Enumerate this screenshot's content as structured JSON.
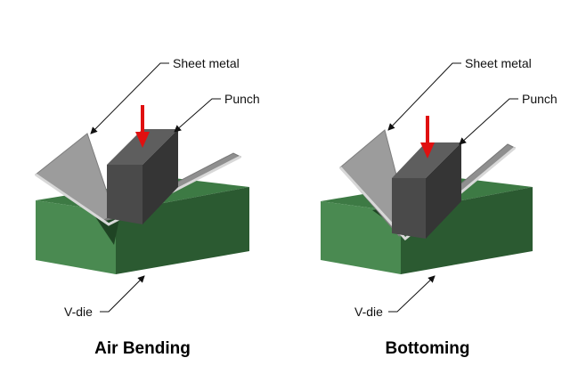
{
  "air_bending": {
    "caption": "Air Bending",
    "labels": {
      "sheet_metal": "Sheet metal",
      "punch": "Punch",
      "v_die": "V-die"
    }
  },
  "bottoming": {
    "caption": "Bottoming",
    "labels": {
      "sheet_metal": "Sheet metal",
      "punch": "Punch",
      "v_die": "V-die"
    }
  },
  "colors": {
    "die_top": "#3d7a44",
    "die_front": "#4a8a51",
    "die_side": "#2b5a31",
    "punch_front": "#4a4a4a",
    "punch_side": "#353535",
    "punch_top": "#5e5e5e",
    "sheet_face": "#9c9c9c",
    "sheet_edge": "#d8d8d8",
    "force_arrow": "#e01010"
  }
}
